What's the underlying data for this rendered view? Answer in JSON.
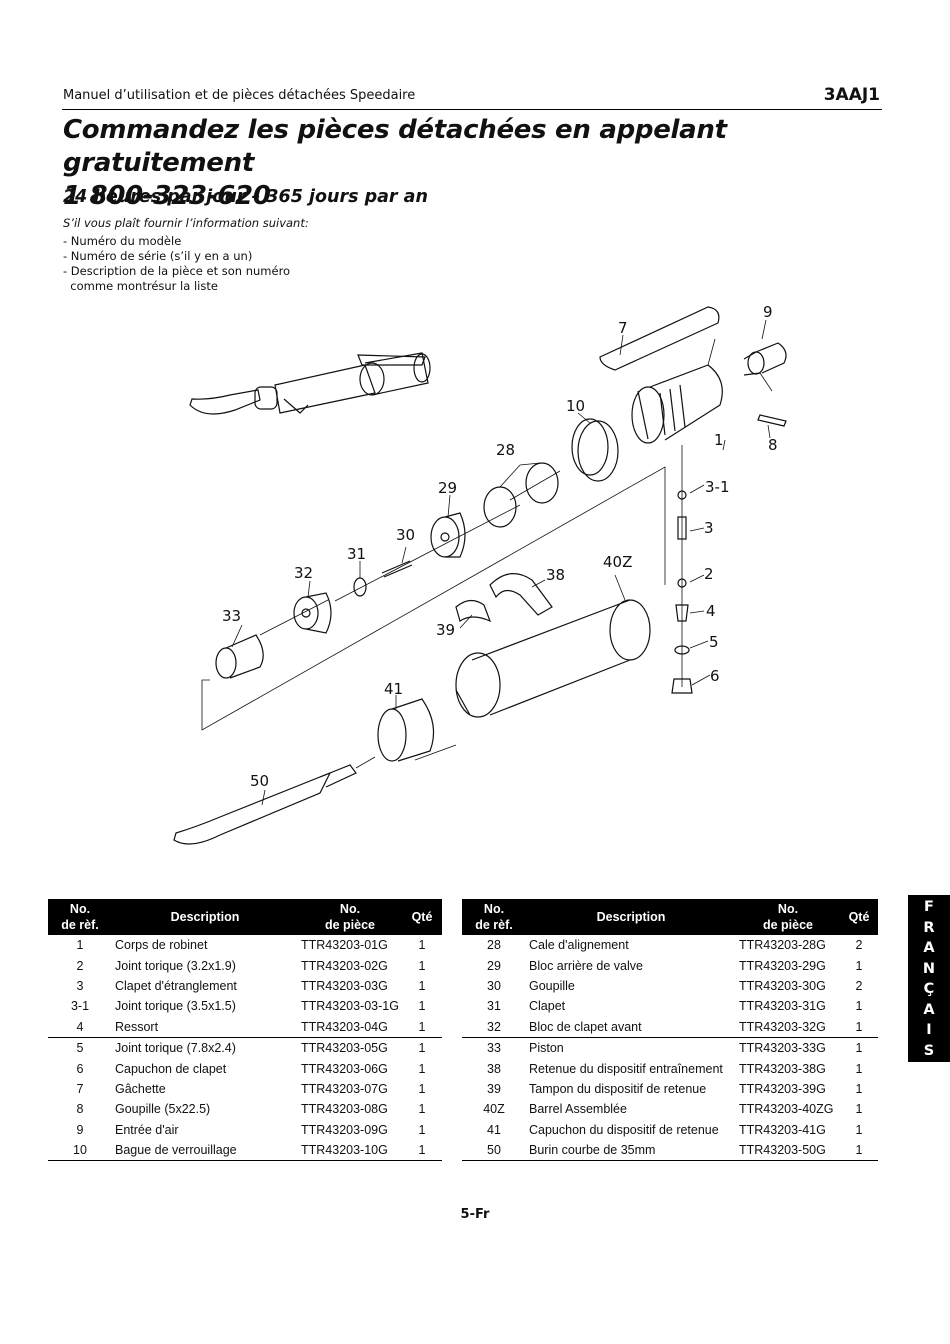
{
  "header": {
    "manual_title": "Manuel d’utilisation et de pièces détachées Speedaire",
    "model": "3AAJ1"
  },
  "title_line1": "Commandez les pièces détachées en appelant gratuitement",
  "title_line2": "1 800-323-620",
  "subtitle": "24 heures par jour – 365 jours par an",
  "intro": "S’il vous plaît fournir l’information suivant:",
  "requirements": [
    "- Numéro du modèle",
    "- Numéro de série (s’il y en a un)",
    "- Description de la pièce et son numéro",
    "  comme montrésur la liste"
  ],
  "callouts": {
    "c1": "1",
    "c2": "2",
    "c3": "3",
    "c3_1": "3-1",
    "c4": "4",
    "c5": "5",
    "c6": "6",
    "c7": "7",
    "c8": "8",
    "c9": "9",
    "c10": "10",
    "c28": "28",
    "c29": "29",
    "c30": "30",
    "c31": "31",
    "c32": "32",
    "c33": "33",
    "c38": "38",
    "c39": "39",
    "c40z": "40Z",
    "c41": "41",
    "c50": "50"
  },
  "table_headers": {
    "ref_line1": "No.",
    "ref_line2": "de rèf.",
    "description": "Description",
    "part_line1": "No.",
    "part_line2": "de pièce",
    "qty": "Qté"
  },
  "parts_left": [
    {
      "ref": "1",
      "desc": "Corps de robinet",
      "part": "TTR43203-01G",
      "qty": "1"
    },
    {
      "ref": "2",
      "desc": "Joint torique (3.2x1.9)",
      "part": "TTR43203-02G",
      "qty": "1"
    },
    {
      "ref": "3",
      "desc": "Clapet d'étranglement",
      "part": "TTR43203-03G",
      "qty": "1"
    },
    {
      "ref": "3-1",
      "desc": "Joint torique (3.5x1.5)",
      "part": "TTR43203-03-1G",
      "qty": "1"
    },
    {
      "ref": "4",
      "desc": "Ressort",
      "part": "TTR43203-04G",
      "qty": "1"
    },
    {
      "ref": "5",
      "desc": "Joint torique (7.8x2.4)",
      "part": "TTR43203-05G",
      "qty": "1"
    },
    {
      "ref": "6",
      "desc": "Capuchon de clapet",
      "part": "TTR43203-06G",
      "qty": "1"
    },
    {
      "ref": "7",
      "desc": "Gâchette",
      "part": "TTR43203-07G",
      "qty": "1"
    },
    {
      "ref": "8",
      "desc": "Goupille (5x22.5)",
      "part": "TTR43203-08G",
      "qty": "1"
    },
    {
      "ref": "9",
      "desc": "Entrée d'air",
      "part": "TTR43203-09G",
      "qty": "1"
    },
    {
      "ref": "10",
      "desc": "Bague de verrouillage",
      "part": "TTR43203-10G",
      "qty": "1"
    }
  ],
  "parts_right": [
    {
      "ref": "28",
      "desc": "Cale d'alignement",
      "part": "TTR43203-28G",
      "qty": "2"
    },
    {
      "ref": "29",
      "desc": "Bloc arrière de valve",
      "part": "TTR43203-29G",
      "qty": "1"
    },
    {
      "ref": "30",
      "desc": "Goupille",
      "part": "TTR43203-30G",
      "qty": "2"
    },
    {
      "ref": "31",
      "desc": "Clapet",
      "part": "TTR43203-31G",
      "qty": "1"
    },
    {
      "ref": "32",
      "desc": "Bloc de clapet avant",
      "part": "TTR43203-32G",
      "qty": "1"
    },
    {
      "ref": "33",
      "desc": "Piston",
      "part": "TTR43203-33G",
      "qty": "1"
    },
    {
      "ref": "38",
      "desc": "Retenue du dispositif entraînement",
      "part": "TTR43203-38G",
      "qty": "1"
    },
    {
      "ref": "39",
      "desc": "Tampon du dispositif de retenue",
      "part": "TTR43203-39G",
      "qty": "1"
    },
    {
      "ref": "40Z",
      "desc": "Barrel Assemblée",
      "part": "TTR43203-40ZG",
      "qty": "1"
    },
    {
      "ref": "41",
      "desc": "Capuchon du dispositif de retenue",
      "part": "TTR43203-41G",
      "qty": "1"
    },
    {
      "ref": "50",
      "desc": "Burin courbe de 35mm",
      "part": "TTR43203-50G",
      "qty": "1"
    }
  ],
  "language_tab": [
    "F",
    "R",
    "A",
    "N",
    "Ç",
    "A",
    "I",
    "S"
  ],
  "page_number": "5-Fr"
}
